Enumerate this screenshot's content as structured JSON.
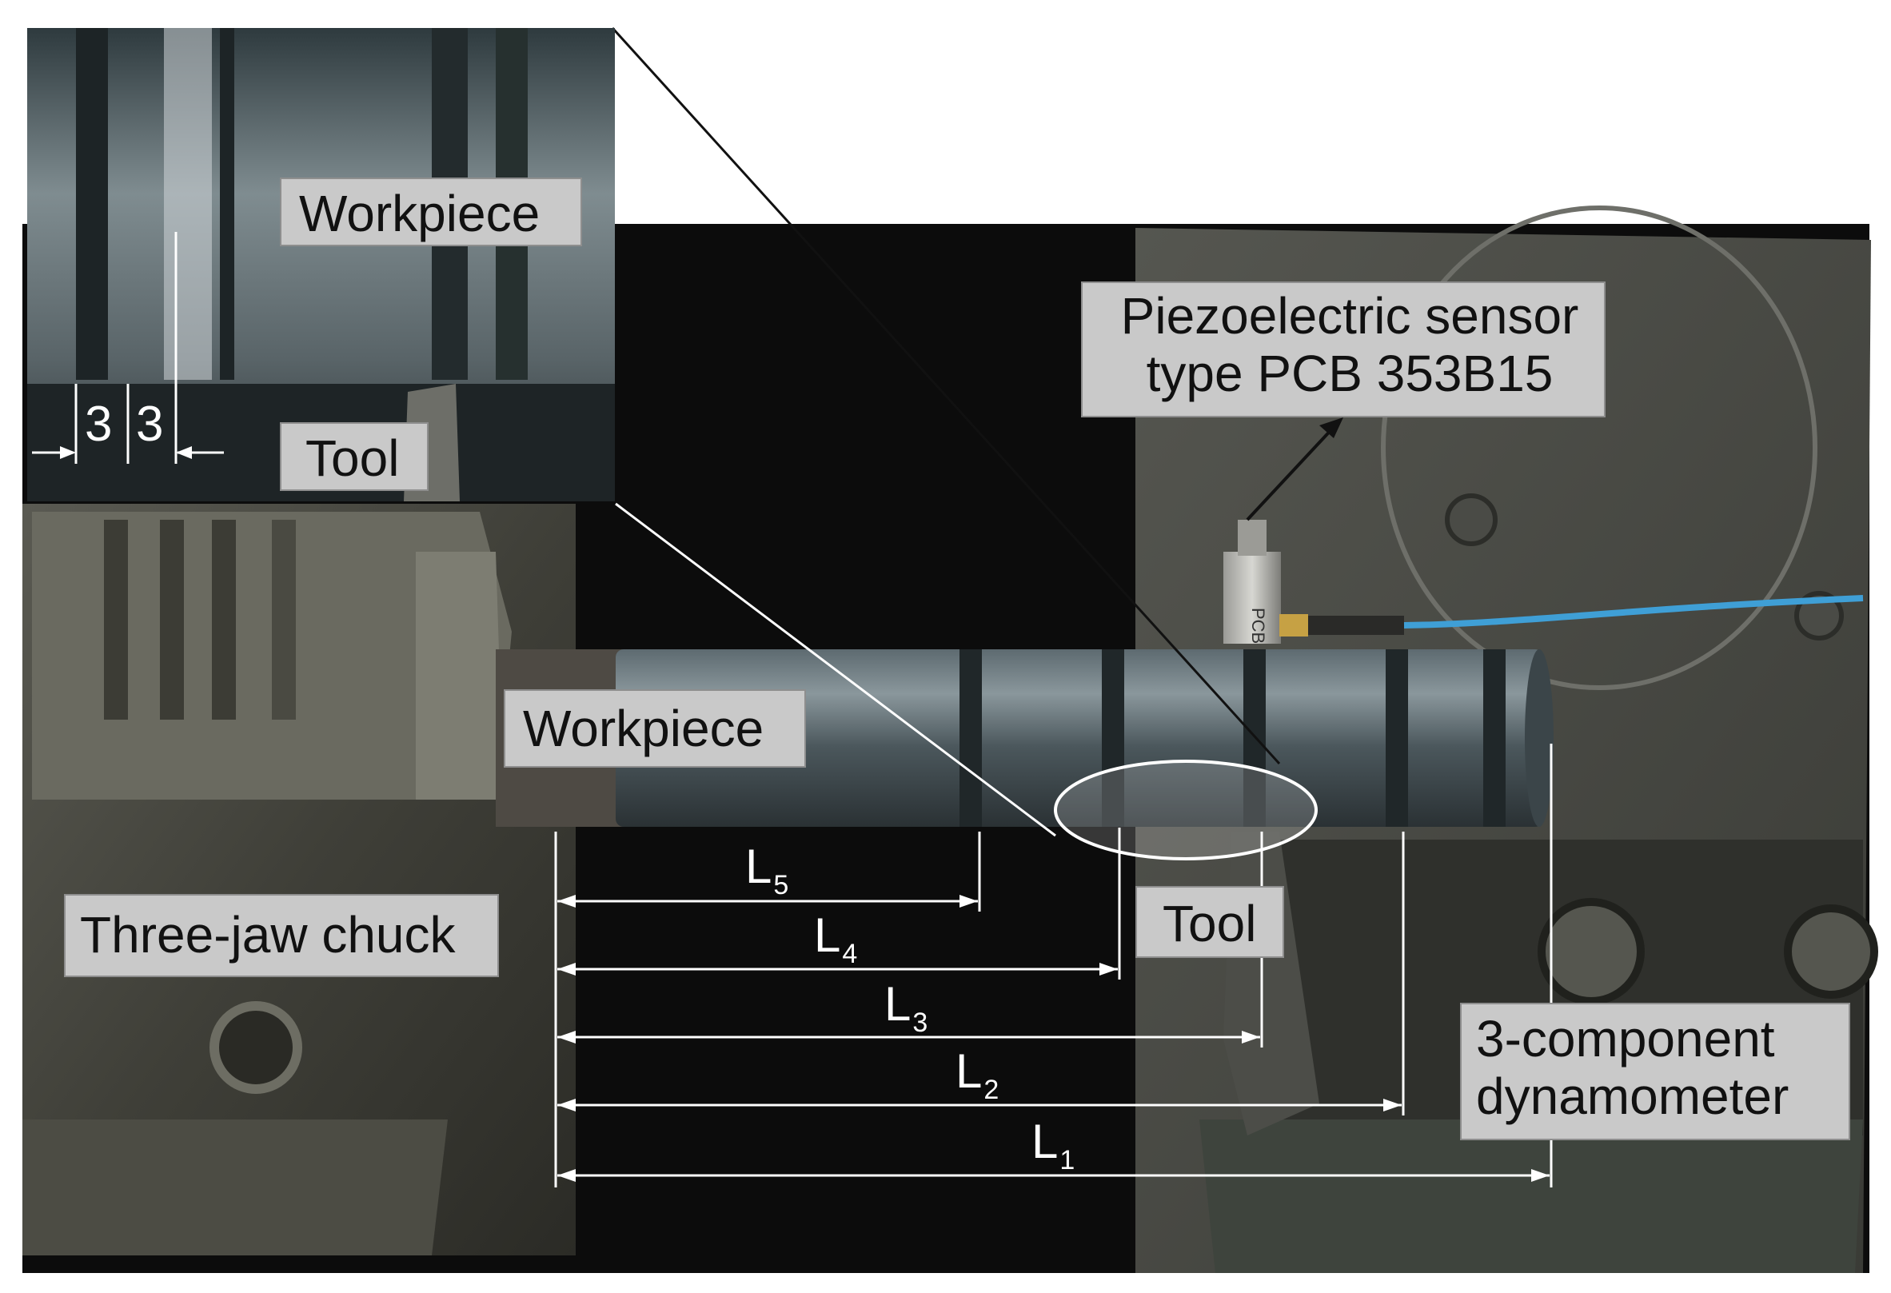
{
  "labels": {
    "inset_workpiece": "Workpiece",
    "inset_tool": "Tool",
    "sensor_line1": "Piezoelectric sensor",
    "sensor_line2": "type PCB 353B15",
    "workpiece": "Workpiece",
    "chuck": "Three-jaw chuck",
    "tool": "Tool",
    "dynamometer_line1": "3-component",
    "dynamometer_line2": "dynamometer",
    "sensor_logo": "PCB"
  },
  "inset_dimensions": [
    "3",
    "3"
  ],
  "lengths": [
    {
      "letter": "L",
      "sub": "5"
    },
    {
      "letter": "L",
      "sub": "4"
    },
    {
      "letter": "L",
      "sub": "3"
    },
    {
      "letter": "L",
      "sub": "2"
    },
    {
      "letter": "L",
      "sub": "1"
    }
  ],
  "colors": {
    "label_fill": "#c9c9c9",
    "annotation_lines": "#ffffff",
    "cable": "#3f9fd6"
  }
}
